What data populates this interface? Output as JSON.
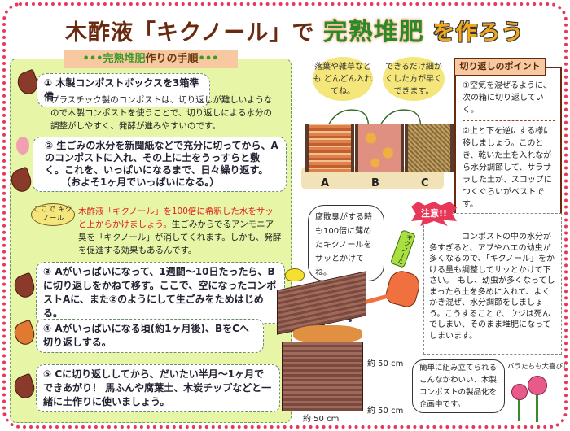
{
  "title": {
    "part1": "木酢液「キクノール」で",
    "part2": "完熟堆肥",
    "part3": "を作ろう"
  },
  "section_header": {
    "dots_left": "•••",
    "highlight": "完熟堆肥",
    "rest": "作りの手順",
    "dots_right": "•••"
  },
  "steps": [
    {
      "heading": "① 木製コンポストボックスを3箱準備",
      "body": "プラスチック製のコンポストは、切り返しが難しいようなので木製コンポストを使うことで、切り返しによる水分の調整がしやすく、発酵が進みやすいのです。"
    },
    {
      "heading": "② 生ごみの水分を新聞紙などで充分に切ってから、Aのコンポストに入れ、その上に土をうっすらと敷く。これを、いっぱいになるまで、日々繰り返す。",
      "note": "（およそ1ヶ月でいっぱいになる。）",
      "callout": "ここで キクノール",
      "red_text": "木酢液「キクノール」を100倍に希釈した水をサッと上からかけましょう。",
      "body": "生ごみからでるアンモニア臭を「キクノール」が消してくれます。しかも、発酵を促進する効果もあるんです。"
    },
    {
      "heading": "③ Aがいっぱいになって、1週間〜10日たったら、Bに切り返しをかねて移す。ここで、空になったコンポストAに、また②のようにして生ごみをためはじめる。"
    },
    {
      "heading": "④ Aがいっぱいになる頃(約1ヶ月後)、BをCへ切り返しする。"
    },
    {
      "heading": "⑤ Cに切り返ししてから、だいたい半月〜1ヶ月でできあがり！ 馬ふんや腐葉土、木炭チップなどと一緒に土作りに使いましょう。"
    }
  ],
  "diagram": {
    "bubble1": "落葉や雑草なども どんどん入れてね。",
    "bubble2": "できるだけ細かくした方が早くできます。",
    "labels": [
      "A",
      "B",
      "C"
    ]
  },
  "point": {
    "title": "切り返しのポイント",
    "items": [
      "①空気を混ぜるように、次の箱に切り返していく。",
      "②上と下を逆にする様に移しましょう。このとき、乾いた土を入れながら水分調節して、サラサラした土が、スコップにつくぐらいがベストです。"
    ]
  },
  "speech1": "腐敗臭がする時も100倍に薄めたキクノールをサッとかけてね。",
  "bottle_label": "キクノール",
  "caution": {
    "badge": "注意!!",
    "text": "コンポストの中の水分が多すぎると、アブやハエの幼虫が多くなるので、「キクノール」をかける量も調整してサッとかけて下さい。　もし、幼虫が多くなってしまったら土を多めに入れて、よくかき混ぜ、水分調節をしましょう。こうすることで、ウジは死んでしまい、そのまま堆肥になってしまいます。"
  },
  "dimensions": {
    "height": "約 50 cm",
    "depth": "約 50 cm",
    "width": "約 50 cm"
  },
  "speech2": "簡単に組み立てられるこんなかわいい、木製コンポストの製品化を企画中です。",
  "roses_caption": "バラたちも大喜び♪",
  "colors": {
    "frame": "#e8385a",
    "panel": "#e6f5a6",
    "title_brown": "#6a2a10",
    "title_green": "#2a8a2a",
    "title_yellow": "#f0a820",
    "red_text": "#e02020"
  }
}
